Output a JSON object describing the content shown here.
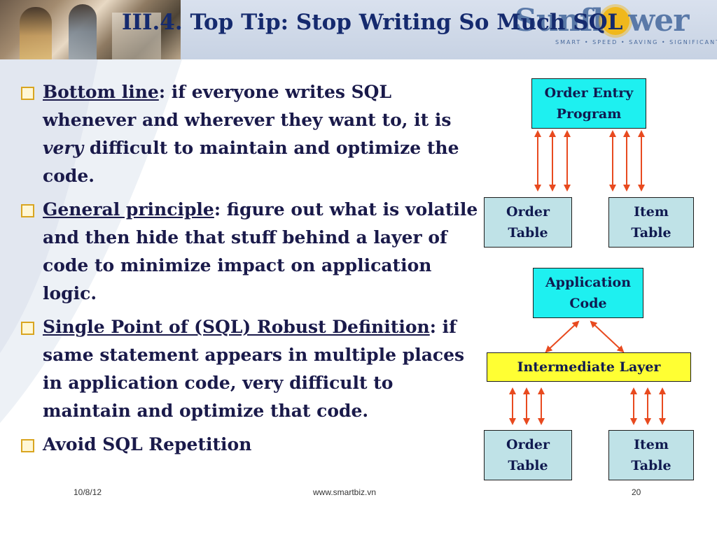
{
  "header": {
    "title": "III.4. Top Tip: Stop Writing So Much SQL",
    "logo": {
      "word_part1": "Sunfl",
      "word_part2": "wer",
      "tagline": "SMART • SPEED • SAVING • SIGNIFICANT"
    }
  },
  "bullets": [
    {
      "term": "Bottom line",
      "sep": ": ",
      "text_before": "if everyone writes SQL whenever and wherever they want to, it is ",
      "emphasis": "very",
      "text_after": " difficult to maintain and optimize the code."
    },
    {
      "term": "General principle",
      "sep": ": ",
      "text": "figure out what is volatile and then hide that stuff behind a layer of code to minimize impact on application logic."
    },
    {
      "term": "Single Point of (SQL) Robust Definition",
      "sep": ": ",
      "text": "if same statement appears in multiple places in application code, very difficult to maintain and optimize that code."
    },
    {
      "text": "Avoid SQL Repetition"
    }
  ],
  "diagram": {
    "order_entry_line1": "Order Entry",
    "order_entry_line2": "Program",
    "order_table1_line1": "Order",
    "order_table1_line2": "Table",
    "item_table1_line1": "Item",
    "item_table1_line2": "Table",
    "app_code_line1": "Application",
    "app_code_line2": "Code",
    "intermediate": "Intermediate Layer",
    "order_table2_line1": "Order",
    "order_table2_line2": "Table",
    "item_table2_line1": "Item",
    "item_table2_line2": "Table",
    "arrow_color": "#e84a1f"
  },
  "footer": {
    "date": "10/8/12",
    "url": "www.smartbiz.vn",
    "page": "20"
  }
}
